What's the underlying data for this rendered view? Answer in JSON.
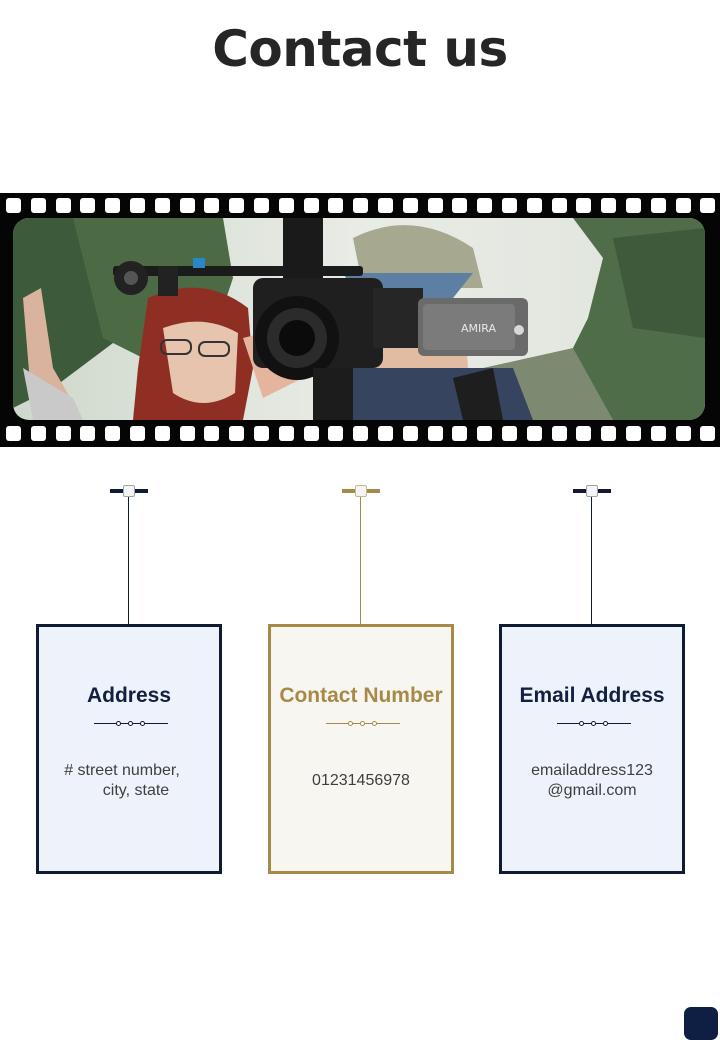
{
  "title": "Contact us",
  "photo": {
    "camera_brand": "AMIRA"
  },
  "cards": [
    {
      "heading": "Address",
      "lines": [
        "# street number,",
        "city, state"
      ],
      "accent": "#0f1a33"
    },
    {
      "heading": "Contact Number",
      "lines": [
        "01231456978"
      ],
      "accent": "#a88a48"
    },
    {
      "heading": "Email Address",
      "lines": [
        "emailaddress123",
        "@gmail.com"
      ],
      "accent": "#0f1a33"
    }
  ],
  "colors": {
    "navy": "#0f1a33",
    "gold": "#a88a48",
    "film": "#050505"
  }
}
